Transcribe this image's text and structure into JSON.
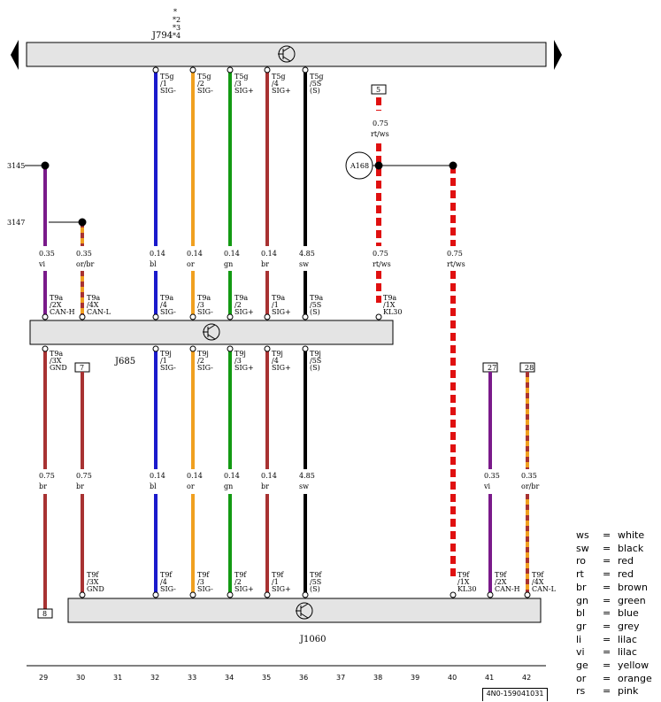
{
  "top_left_labels": [
    "*",
    "*2",
    "*3",
    "*4"
  ],
  "components": {
    "j794": "J794",
    "j685": "J685",
    "j1060": "J1060",
    "a168": "A168"
  },
  "left_refs": [
    "3145",
    "3147"
  ],
  "legend": [
    {
      "code": "ws",
      "eq": "=",
      "name": "white"
    },
    {
      "code": "sw",
      "eq": "=",
      "name": "black"
    },
    {
      "code": "ro",
      "eq": "=",
      "name": "red"
    },
    {
      "code": "rt",
      "eq": "=",
      "name": "red"
    },
    {
      "code": "br",
      "eq": "=",
      "name": "brown"
    },
    {
      "code": "gn",
      "eq": "=",
      "name": "green"
    },
    {
      "code": "bl",
      "eq": "=",
      "name": "blue"
    },
    {
      "code": "gr",
      "eq": "=",
      "name": "grey"
    },
    {
      "code": "li",
      "eq": "=",
      "name": "lilac"
    },
    {
      "code": "vi",
      "eq": "=",
      "name": "lilac"
    },
    {
      "code": "ge",
      "eq": "=",
      "name": "yellow"
    },
    {
      "code": "or",
      "eq": "=",
      "name": "orange"
    },
    {
      "code": "rs",
      "eq": "=",
      "name": "pink"
    }
  ],
  "columns": [
    "29",
    "30",
    "31",
    "32",
    "33",
    "34",
    "35",
    "36",
    "37",
    "38",
    "39",
    "40",
    "41",
    "42"
  ],
  "doc_id": "4N0-159041031",
  "colors": {
    "blue": "#1a1acc",
    "orange": "#f0a020",
    "green": "#139a13",
    "brown": "#a83232",
    "black": "#000000",
    "violet": "#7a1a8a",
    "red": "#e01010",
    "box_fill": "#e4e4e4"
  },
  "wires": {
    "upper_j794": [
      {
        "pin": [
          "T5g",
          "/1",
          "SIG-"
        ],
        "size": "0.14",
        "color": "bl"
      },
      {
        "pin": [
          "T5g",
          "/2",
          "SIG-"
        ],
        "size": "0.14",
        "color": "or"
      },
      {
        "pin": [
          "T5g",
          "/3",
          "SIG+"
        ],
        "size": "0.14",
        "color": "gn"
      },
      {
        "pin": [
          "T5g",
          "/4",
          "SIG+"
        ],
        "size": "0.14",
        "color": "br"
      },
      {
        "pin": [
          "T5g",
          "/5S",
          "(S)"
        ],
        "size": "4.85",
        "color": "sw"
      }
    ],
    "upper_j685": [
      {
        "pin": [
          "T9a",
          "/2X",
          "CAN-H"
        ],
        "size": "0.35",
        "color": "vi"
      },
      {
        "pin": [
          "T9a",
          "/4X",
          "CAN-L"
        ],
        "size": "0.35",
        "color": "or/br"
      },
      {
        "pin": [
          "T9a",
          "/4",
          "SIG-"
        ],
        "size": "0.14",
        "color": "bl"
      },
      {
        "pin": [
          "T9a",
          "/3",
          "SIG-"
        ],
        "size": "0.14",
        "color": "or"
      },
      {
        "pin": [
          "T9a",
          "/2",
          "SIG+"
        ],
        "size": "0.14",
        "color": "gn"
      },
      {
        "pin": [
          "T9a",
          "/1",
          "SIG+"
        ],
        "size": "0.14",
        "color": "br"
      },
      {
        "pin": [
          "T9a",
          "/5S",
          "(S)"
        ],
        "size": "4.85",
        "color": "sw"
      },
      {
        "pin": [
          "T9a",
          "/1X",
          "KL30"
        ],
        "size": "0.75",
        "color": "rt/ws"
      }
    ],
    "a168_feed": {
      "ref": "5",
      "size": "0.75",
      "color": "rt/ws"
    },
    "a168_branch": {
      "size": "0.75",
      "color": "rt/ws"
    },
    "lower_j685": [
      {
        "pin": [
          "T9a",
          "/3X",
          "GND"
        ],
        "ref": "",
        "size": "0.75",
        "color": "br"
      },
      {
        "pin": [
          "",
          "",
          ""
        ],
        "ref": "7",
        "size": "0.75",
        "color": "br"
      },
      {
        "pin": [
          "T9j",
          "/1",
          "SIG-"
        ],
        "ref": "",
        "size": "0.14",
        "color": "bl"
      },
      {
        "pin": [
          "T9j",
          "/2",
          "SIG-"
        ],
        "ref": "",
        "size": "0.14",
        "color": "or"
      },
      {
        "pin": [
          "T9j",
          "/3",
          "SIG+"
        ],
        "ref": "",
        "size": "0.14",
        "color": "gn"
      },
      {
        "pin": [
          "T9j",
          "/4",
          "SIG+"
        ],
        "ref": "",
        "size": "0.14",
        "color": "br"
      },
      {
        "pin": [
          "T9j",
          "/5S",
          "(S)"
        ],
        "ref": "",
        "size": "4.85",
        "color": "sw"
      }
    ],
    "right_refs": [
      {
        "ref": "27",
        "size": "0.35",
        "color": "vi"
      },
      {
        "ref": "28",
        "size": "0.35",
        "color": "or/br"
      }
    ],
    "ground_ref": "8",
    "j1060_pins": [
      {
        "pin": [
          "T9f",
          "/3X",
          "GND"
        ]
      },
      {
        "pin": [
          "T9f",
          "/4",
          "SIG-"
        ]
      },
      {
        "pin": [
          "T9f",
          "/3",
          "SIG-"
        ]
      },
      {
        "pin": [
          "T9f",
          "/2",
          "SIG+"
        ]
      },
      {
        "pin": [
          "T9f",
          "/1",
          "SIG+"
        ]
      },
      {
        "pin": [
          "T9f",
          "/5S",
          "(S)"
        ]
      },
      {
        "pin": [
          "T9f",
          "/1X",
          "KL30"
        ]
      },
      {
        "pin": [
          "T9f",
          "/2X",
          "CAN-H"
        ]
      },
      {
        "pin": [
          "T9f",
          "/4X",
          "CAN-L"
        ]
      }
    ]
  }
}
